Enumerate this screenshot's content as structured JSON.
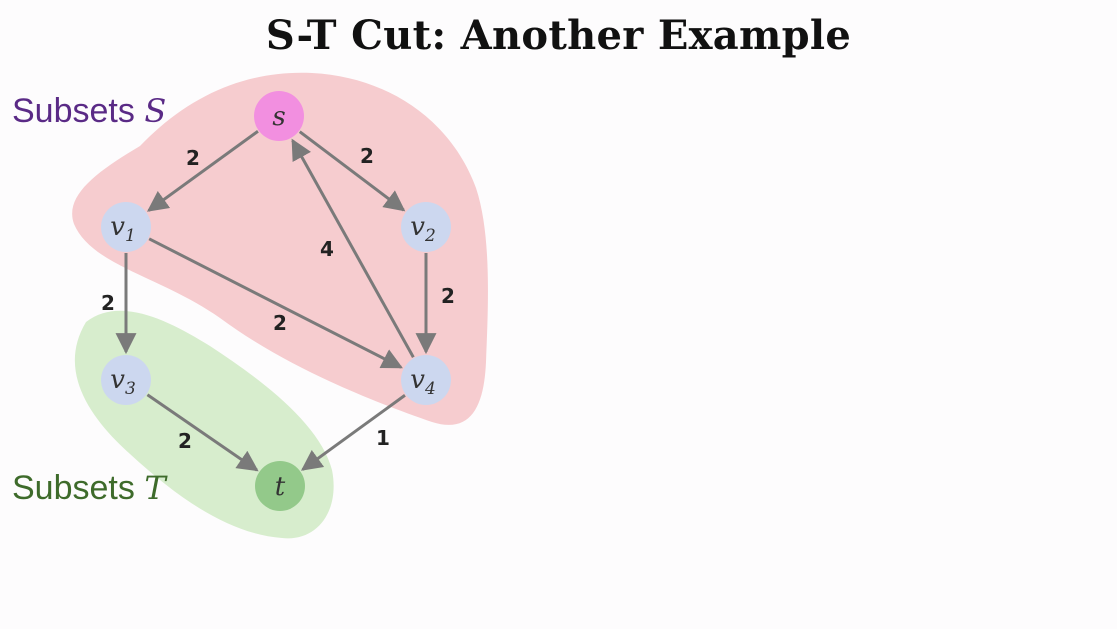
{
  "slide": {
    "title": "S-T Cut: Another Example"
  },
  "regions": {
    "source_set": {
      "label": "Subsets ",
      "symbol": "S",
      "color": "#5a2a86",
      "fill": "#f6cccf"
    },
    "sink_set": {
      "label": "Subsets ",
      "symbol": "T",
      "color": "#3e6b2b",
      "fill": "#d7edcd"
    }
  },
  "nodes": [
    {
      "id": "s",
      "label": "s",
      "sub": "",
      "fill": "#f28fe0"
    },
    {
      "id": "v1",
      "label": "v",
      "sub": "1",
      "fill": "#ccd7ef"
    },
    {
      "id": "v2",
      "label": "v",
      "sub": "2",
      "fill": "#ccd7ef"
    },
    {
      "id": "v3",
      "label": "v",
      "sub": "3",
      "fill": "#ccd7ef"
    },
    {
      "id": "v4",
      "label": "v",
      "sub": "4",
      "fill": "#ccd7ef"
    },
    {
      "id": "t",
      "label": "t",
      "sub": "",
      "fill": "#93c98a"
    }
  ],
  "edges": [
    {
      "from": "s",
      "to": "v1",
      "capacity": "2"
    },
    {
      "from": "s",
      "to": "v2",
      "capacity": "2"
    },
    {
      "from": "v4",
      "to": "s",
      "capacity": "4"
    },
    {
      "from": "v1",
      "to": "v3",
      "capacity": "2"
    },
    {
      "from": "v1",
      "to": "v4",
      "capacity": "2"
    },
    {
      "from": "v2",
      "to": "v4",
      "capacity": "2"
    },
    {
      "from": "v3",
      "to": "t",
      "capacity": "2"
    },
    {
      "from": "v4",
      "to": "t",
      "capacity": "1"
    }
  ],
  "colors": {
    "edge": "#7a7a7a"
  }
}
